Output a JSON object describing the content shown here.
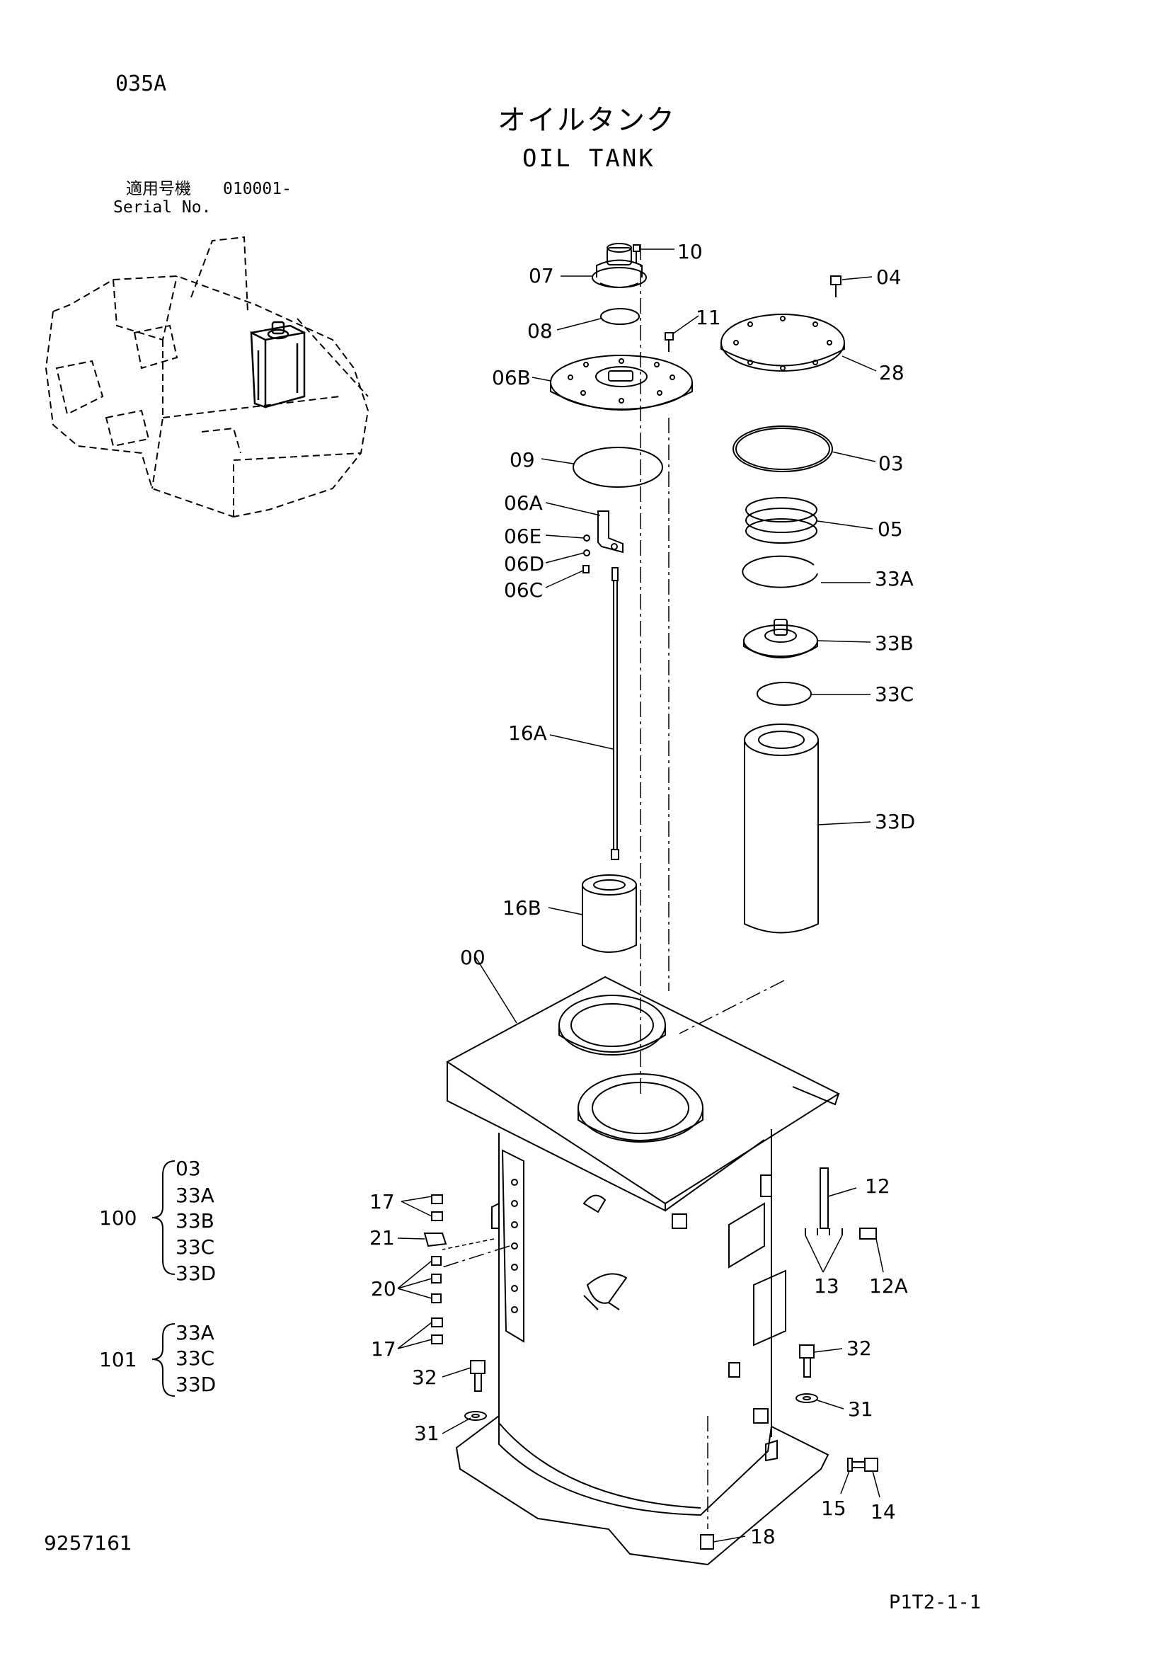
{
  "header": {
    "page_code": "035A",
    "title_jp": "オイルタンク",
    "title_en": "OIL TANK",
    "serial_label_jp": "適用号機",
    "serial_value": "010001-",
    "serial_label_en": "Serial No."
  },
  "footer": {
    "doc_number": "9257161",
    "sheet_code": "P1T2-1-1"
  },
  "callouts": {
    "c10": "10",
    "c07": "07",
    "c04": "04",
    "c08": "08",
    "c11": "11",
    "c06B": "06B",
    "c28": "28",
    "c09": "09",
    "c03": "03",
    "c06A": "06A",
    "c06E": "06E",
    "c06D": "06D",
    "c06C": "06C",
    "c05": "05",
    "c33A": "33A",
    "c33B": "33B",
    "c33C": "33C",
    "c16A": "16A",
    "c33D": "33D",
    "c16B": "16B",
    "c00": "00",
    "c12": "12",
    "c17a": "17",
    "c21": "21",
    "c13": "13",
    "c12A": "12A",
    "c20": "20",
    "c17b": "17",
    "c32a": "32",
    "c32b": "32",
    "c31a": "31",
    "c31b": "31",
    "c15": "15",
    "c14": "14",
    "c18": "18"
  },
  "kits": [
    {
      "id": "100",
      "items": [
        "03",
        "33A",
        "33B",
        "33C",
        "33D"
      ]
    },
    {
      "id": "101",
      "items": [
        "33A",
        "33C",
        "33D"
      ]
    }
  ]
}
